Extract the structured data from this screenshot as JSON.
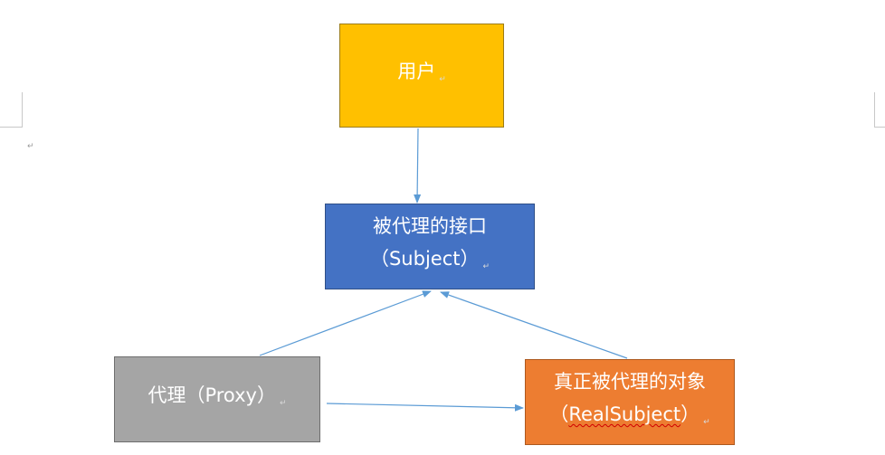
{
  "diagram": {
    "nodes": {
      "user": {
        "label": "用户"
      },
      "subject": {
        "line1": "被代理的接口",
        "line2_open": "（",
        "line2_word": "Subject",
        "line2_close": "）"
      },
      "proxy": {
        "line1_text": "代理（",
        "line1_word": "Proxy",
        "line1_close": "）"
      },
      "real_subject": {
        "line1": "真正被代理的对象",
        "line2_open": "（",
        "line2_word": "RealSubject",
        "line2_close": "）"
      }
    },
    "edges": [
      {
        "from": "user",
        "to": "subject"
      },
      {
        "from": "proxy",
        "to": "subject"
      },
      {
        "from": "real_subject",
        "to": "subject"
      },
      {
        "from": "proxy",
        "to": "real_subject"
      }
    ],
    "colors": {
      "user": "#ffc000",
      "subject": "#4472c4",
      "proxy": "#a5a5a5",
      "real_subject": "#ed7d31",
      "arrow": "#5b9bd5"
    },
    "paragraph_mark": "↵"
  }
}
